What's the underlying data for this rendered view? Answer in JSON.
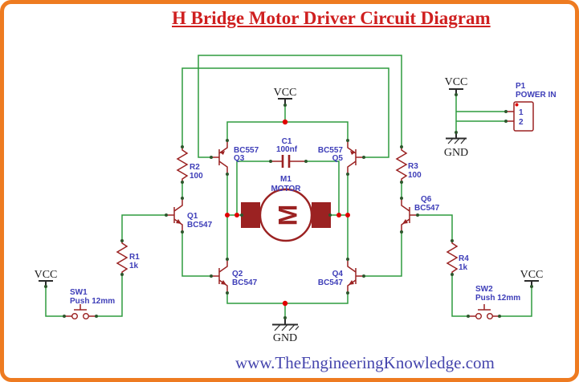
{
  "title": "H Bridge Motor Driver Circuit Diagram",
  "footer": {
    "url": "www.TheEngineeringKnowledge.com"
  },
  "colors": {
    "border_orange": "#ee7b21",
    "title_red": "#cf1f1f",
    "wire_green": "#2e9b3f",
    "component_red": "#9b2222",
    "label_blue": "#3d3db8",
    "junction_red": "#e00000",
    "pin_dot_green": "#2d572d",
    "power_text_black": "#1a1a1a",
    "url_blue": "#4545ad"
  },
  "power_labels": {
    "vcc_top": "VCC",
    "vcc_left": "VCC",
    "vcc_right": "VCC",
    "vcc_p1": "VCC",
    "gnd_center": "GND",
    "gnd_p1": "GND"
  },
  "components": {
    "r1": {
      "ref": "R1",
      "value": "1k"
    },
    "r2": {
      "ref": "R2",
      "value": "100"
    },
    "r3": {
      "ref": "R3",
      "value": "100"
    },
    "r4": {
      "ref": "R4",
      "value": "1k"
    },
    "q1": {
      "ref": "Q1",
      "part": "BC547"
    },
    "q2": {
      "ref": "Q2",
      "part": "BC547"
    },
    "q3": {
      "ref": "Q3",
      "part": "BC557"
    },
    "q4": {
      "ref": "Q4",
      "part": "BC547"
    },
    "q5": {
      "ref": "Q5",
      "part": "BC557"
    },
    "q6": {
      "ref": "Q6",
      "part": "BC547"
    },
    "c1": {
      "ref": "C1",
      "value": "100nf"
    },
    "m1": {
      "ref": "M1",
      "name": "MOTOR",
      "glyph": "M"
    },
    "sw1": {
      "ref": "SW1",
      "type": "Push 12mm"
    },
    "sw2": {
      "ref": "SW2",
      "type": "Push 12mm"
    },
    "p1": {
      "ref": "P1",
      "name": "POWER IN",
      "pin1": "1",
      "pin2": "2"
    }
  }
}
